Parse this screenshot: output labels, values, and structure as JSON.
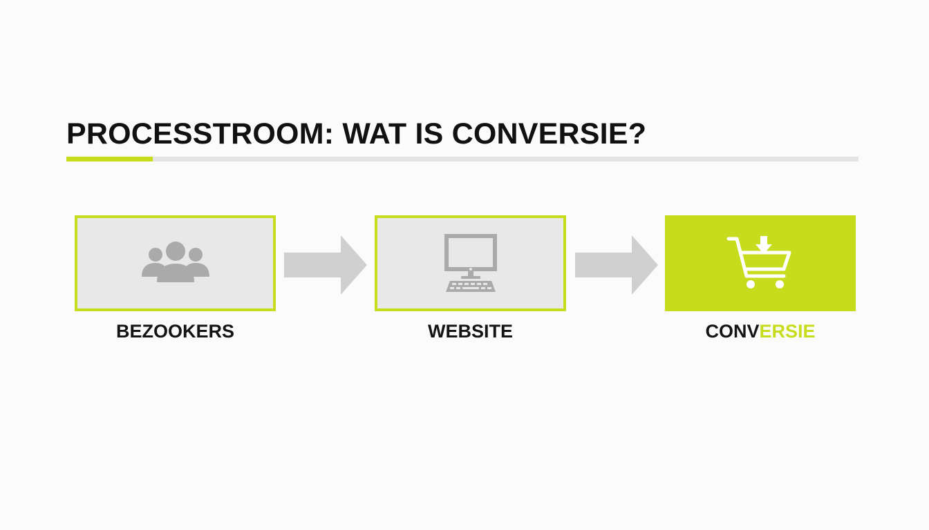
{
  "title": "PROCESSTROOM: WAT IS CONVERSIE?",
  "colors": {
    "accent": "#c8dc1e",
    "box_fill": "#e8e8e8",
    "icon_gray": "#aaaaaa",
    "arrow_gray": "#cfcfcf",
    "text": "#141414",
    "rule": "#e4e4e4"
  },
  "steps": [
    {
      "label": "BEZOOKERS",
      "icon": "users-icon"
    },
    {
      "label": "WEBSITE",
      "icon": "desktop-computer-icon"
    },
    {
      "label_dark": "CONV",
      "label_accent": "ERSIE",
      "icon": "shopping-cart-download-icon"
    }
  ]
}
